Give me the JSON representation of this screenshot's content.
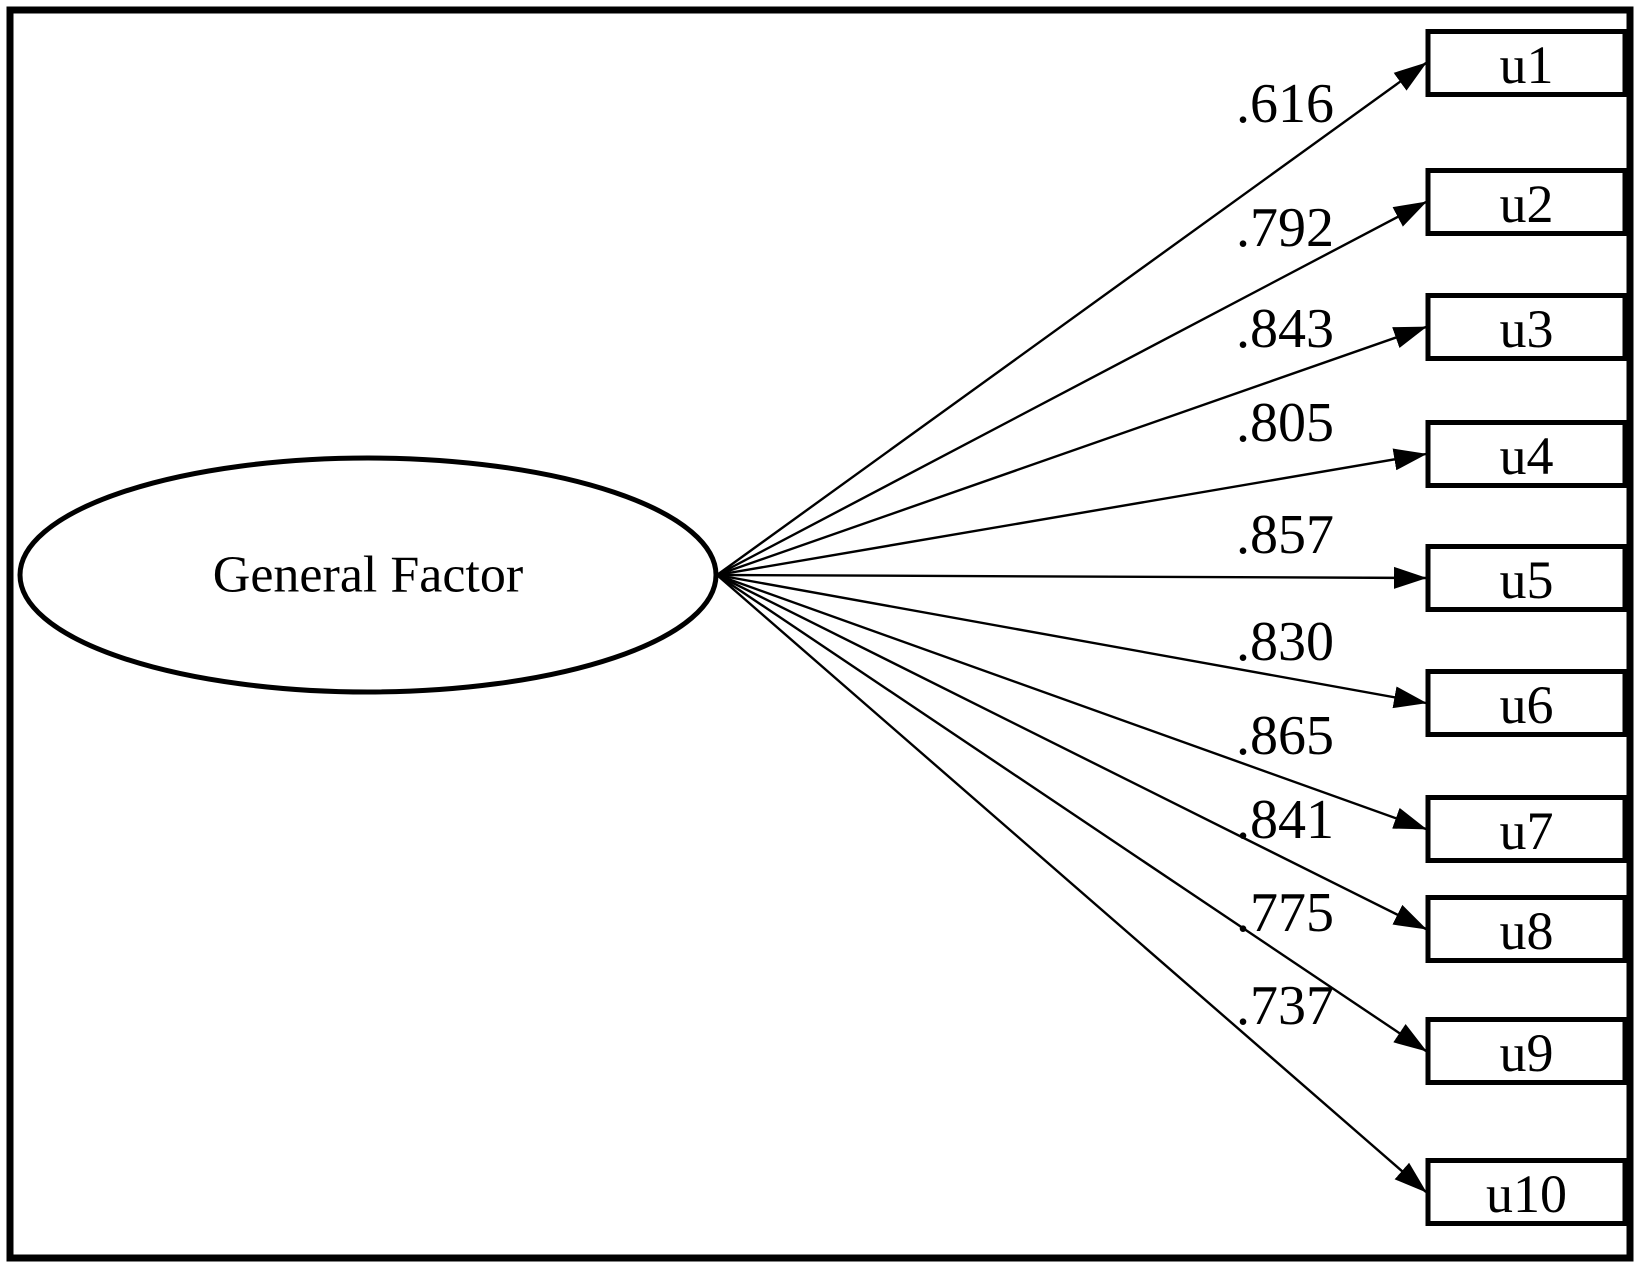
{
  "figure": {
    "type": "factor-path-diagram",
    "factor": {
      "label": "General Factor"
    },
    "indicators": [
      {
        "label": "u1",
        "loading": ".616"
      },
      {
        "label": "u2",
        "loading": ".792"
      },
      {
        "label": "u3",
        "loading": ".843"
      },
      {
        "label": "u4",
        "loading": ".805"
      },
      {
        "label": "u5",
        "loading": ".857"
      },
      {
        "label": "u6",
        "loading": ".830"
      },
      {
        "label": "u7",
        "loading": ".865"
      },
      {
        "label": "u8",
        "loading": ".841"
      },
      {
        "label": "u9",
        "loading": ".775"
      },
      {
        "label": "u10",
        "loading": ".737"
      }
    ]
  },
  "colors": {
    "line": "#000000",
    "background": "#ffffff"
  }
}
